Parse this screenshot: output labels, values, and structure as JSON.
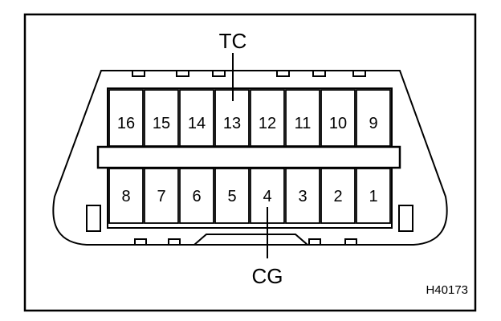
{
  "connector": {
    "top_row_pins": [
      "16",
      "15",
      "14",
      "13",
      "12",
      "11",
      "10",
      "9"
    ],
    "bottom_row_pins": [
      "8",
      "7",
      "6",
      "5",
      "4",
      "3",
      "2",
      "1"
    ]
  },
  "callouts": {
    "tc": "TC",
    "cg": "CG"
  },
  "figure_id": "H40173"
}
